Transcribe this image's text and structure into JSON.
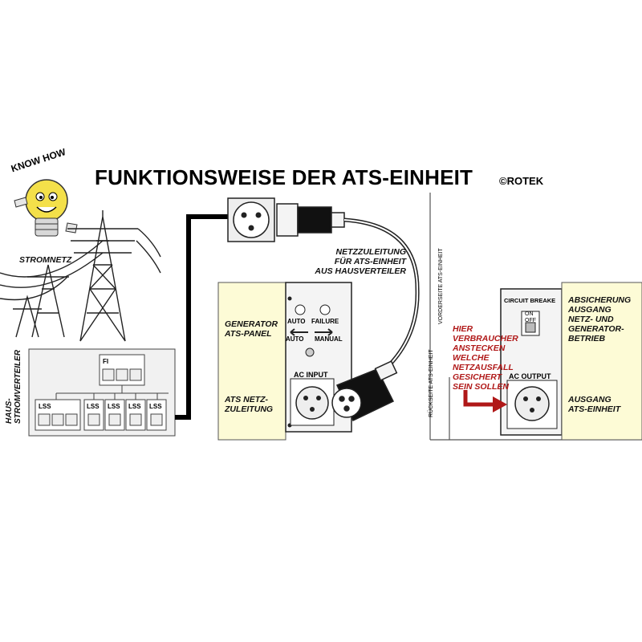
{
  "title": "FUNKTIONSWEISE DER ATS-EINHEIT",
  "brand": "©ROTEK",
  "know_how": "KNOW HOW",
  "labels": {
    "stromnetz": "STROMNETZ",
    "hausstromverteiler": "HAUS-STROMVERTEILER",
    "fi": "FI",
    "lss": "LSS",
    "netzzuleitung_line1": "NETZZULEITUNG",
    "netzzuleitung_line2": "FÜR ATS-EINHEIT",
    "netzzuleitung_line3": "AUS HAUSVERTEILER",
    "generator_line1": "GENERATOR",
    "generator_line2": "ATS-PANEL",
    "ats_netz_line1": "ATS NETZ-",
    "ats_netz_line2": "ZULEITUNG",
    "auto": "AUTO",
    "failure": "FAILURE",
    "auto2": "AUTO",
    "manual": "MANUAL",
    "ac_input": "AC INPUT",
    "rueckseite": "RÜCKSEITE ATS-EINHEIT",
    "vorderseite": "VORDERSEITE ATS-EINHEIT",
    "hier_1": "HIER",
    "hier_2": "VERBRAUCHER",
    "hier_3": "ANSTECKEN",
    "hier_4": "WELCHE",
    "hier_5": "NETZAUSFALL",
    "hier_6": "GESICHERT",
    "hier_7": "SEIN SOLLEN",
    "circuit_breaker": "CIRCUIT BREAKE",
    "on": "ON",
    "off": "OFF",
    "ac_output": "AC OUTPUT",
    "absicherung_1": "ABSICHERUNG",
    "absicherung_2": "AUSGANG",
    "absicherung_3": "NETZ- UND",
    "absicherung_4": "GENERATOR-",
    "absicherung_5": "BETRIEB",
    "ausgang_1": "AUSGANG",
    "ausgang_2": "ATS-EINHEIT"
  },
  "colors": {
    "highlight_red": "#b01818",
    "panel_yellow": "#fdfbd6",
    "bulb_yellow": "#f4e04a"
  }
}
